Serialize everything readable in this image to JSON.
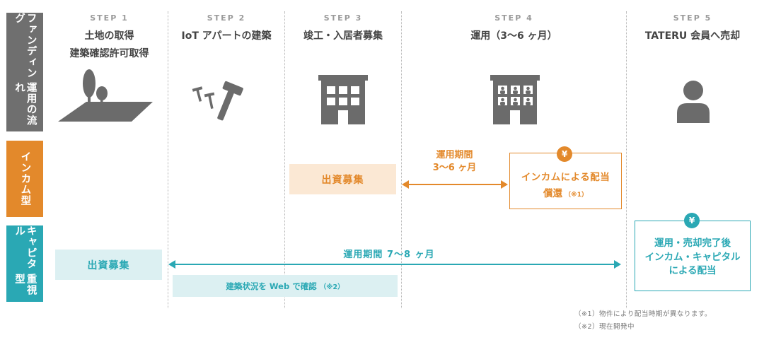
{
  "side_labels": {
    "funding": [
      "ファンディング",
      "運用の流れ"
    ],
    "income": [
      "インカム型"
    ],
    "capital": [
      "キャピタル",
      "重視型"
    ]
  },
  "steps": [
    {
      "step": "STEP 1",
      "title_lines": [
        "土地の取得",
        "建築確認許可取得"
      ],
      "icon": "land-trees-icon"
    },
    {
      "step": "STEP 2",
      "title_lines": [
        "IoT アパートの建築"
      ],
      "icon": "hammer-nails-icon"
    },
    {
      "step": "STEP 3",
      "title_lines": [
        "竣工・入居者募集"
      ],
      "icon": "building-icon"
    },
    {
      "step": "STEP 4",
      "title_lines": [
        "運用（3～6 ヶ月）"
      ],
      "icon": "apartment-residents-icon"
    },
    {
      "step": "STEP 5",
      "title_lines": [
        "TATERU 会員へ売却"
      ],
      "icon": "person-icon"
    }
  ],
  "income_row": {
    "recruit": "出資募集",
    "period_line1": "運用期間",
    "period_line2": "3～6 ヶ月",
    "yen": "¥",
    "dividend_line1": "インカムによる配当",
    "dividend_line2": "償還",
    "dividend_note": "（※1）"
  },
  "capital_row": {
    "recruit": "出資募集",
    "period": "運用期間 7～8 ヶ月",
    "confirm": "建築状況を Web で確認",
    "confirm_note": "（※2）",
    "yen": "¥",
    "result_line1": "運用・売却完了後",
    "result_line2": "インカム・キャピタル",
    "result_line3": "による配当"
  },
  "notes": [
    "（※1）物件により配当時期が異なります。",
    "（※2）現在開発中"
  ],
  "colors": {
    "gray": "#6f6f6f",
    "orange": "#e3892b",
    "teal": "#2aa8b4",
    "icon": "#6b6b6b"
  }
}
